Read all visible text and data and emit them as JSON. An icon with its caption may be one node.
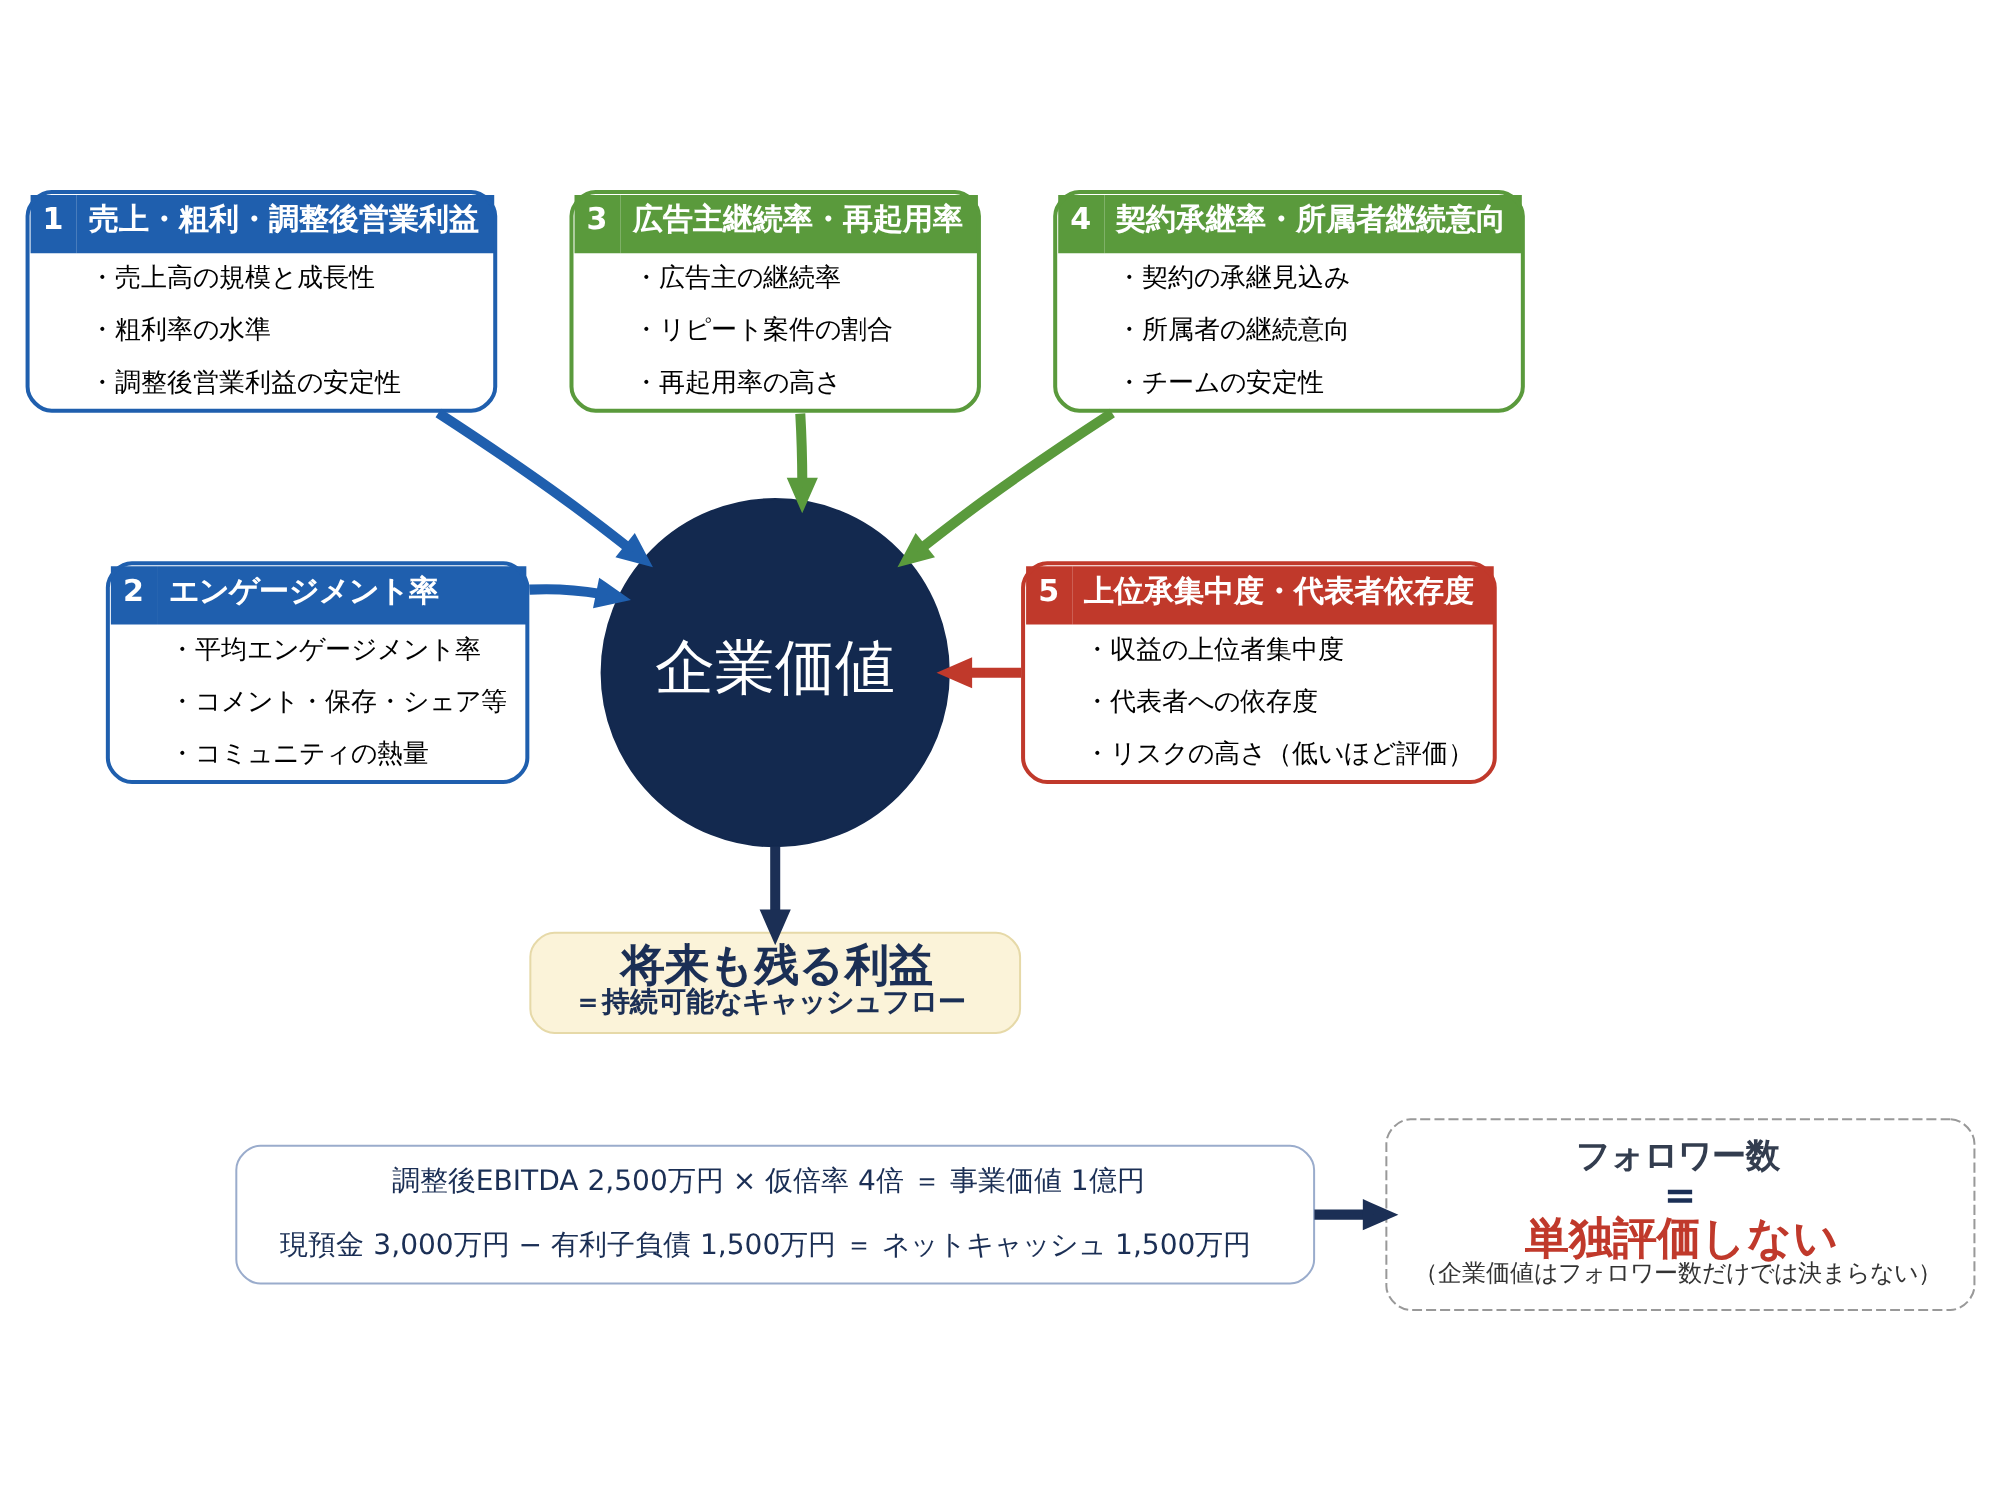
{
  "diagram": {
    "nodes": [
      {
        "text": [
          "1",
          "売上・粗利・調整後営業利益",
          "・売上高の規模と成長性",
          "・粗利率の水準",
          "・調整後営業利益の安定性"
        ]
      },
      {
        "text": [
          "3",
          "広告主継続率・再起用率",
          "・広告主の継続率",
          "・リピート案件の割合",
          "・再起用率の高さ"
        ]
      },
      {
        "text": [
          "4",
          "契約承継率・所属者継続意向",
          "・契約の承継見込み",
          "・所属者の継続意向",
          "・チームの安定性"
        ]
      },
      {
        "text": [
          "2",
          "エンゲージメント率",
          "・平均エンゲージメント率",
          "・コメント・保存・シェア等",
          "・コミュニティの熱量"
        ]
      },
      {
        "text": [
          "企業価値"
        ]
      },
      {
        "text": [
          "5",
          "上位承集中度・代表者依存度",
          "・収益の上位者集中度",
          "・代表者への依存度",
          "・リスクの高さ（低いほど評価）"
        ]
      },
      {
        "text": [
          "将来も残る利益",
          "＝持続可能なキャッシュフロー"
        ]
      },
      {
        "text": [
          "調整後EBITDA 2,500万円 × 仮倍率 4倍 ＝ 事業価値 1億円",
          "現預金 3,000万円 − 有利子負債 1,500万円 ＝ ネットキャッシュ 1,500万円"
        ]
      },
      {
        "text": [
          "フォロワー数",
          "＝",
          "単独評価しない",
          "（企業価値はフォロワー数だけでは決まらない）"
        ]
      }
    ],
    "edges": [
      {
        "from": 0,
        "to": 4,
        "arrow": "to",
        "color": "#1f5fae"
      },
      {
        "from": 1,
        "to": 4,
        "arrow": "to",
        "color": "#5a9a3c"
      },
      {
        "from": 2,
        "to": 4,
        "arrow": "to",
        "color": "#5a9a3c"
      },
      {
        "from": 3,
        "to": 4,
        "arrow": "to",
        "color": "#1f5fae"
      },
      {
        "from": 5,
        "to": 4,
        "arrow": "to",
        "color": "#c0392b"
      },
      {
        "from": 4,
        "to": 6,
        "arrow": "to",
        "color": "#1b2f55"
      },
      {
        "from": 7,
        "to": 8,
        "arrow": "to",
        "color": "#1b2f55"
      }
    ]
  }
}
